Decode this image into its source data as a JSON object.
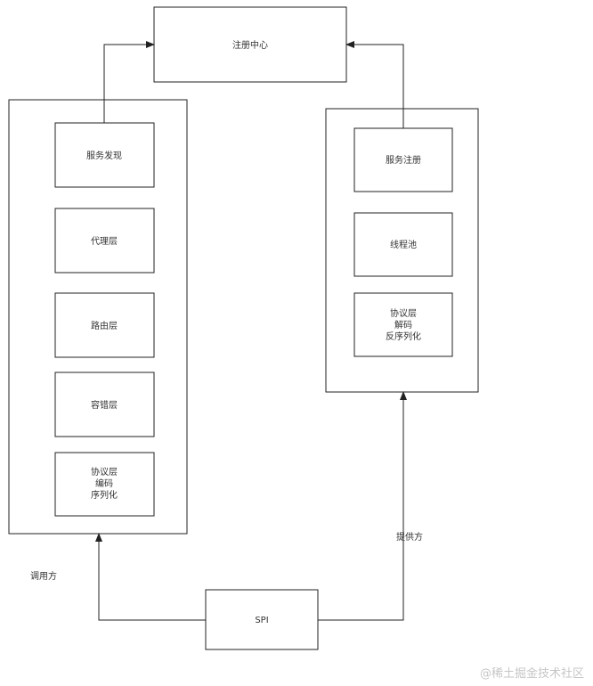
{
  "registry": {
    "label": "注册中心"
  },
  "consumer": {
    "label": "调用方",
    "layers": [
      "服务发现",
      "代理层",
      "路由层",
      "容错层",
      "协议层\n编码\n序列化"
    ]
  },
  "provider": {
    "label": "提供方",
    "layers": [
      "服务注册",
      "线程池",
      "协议层\n解码\n反序列化"
    ]
  },
  "spi": {
    "label": "SPI"
  },
  "watermark": "@稀土掘金技术社区",
  "colors": {
    "stroke": "#222222",
    "background": "#ffffff"
  }
}
